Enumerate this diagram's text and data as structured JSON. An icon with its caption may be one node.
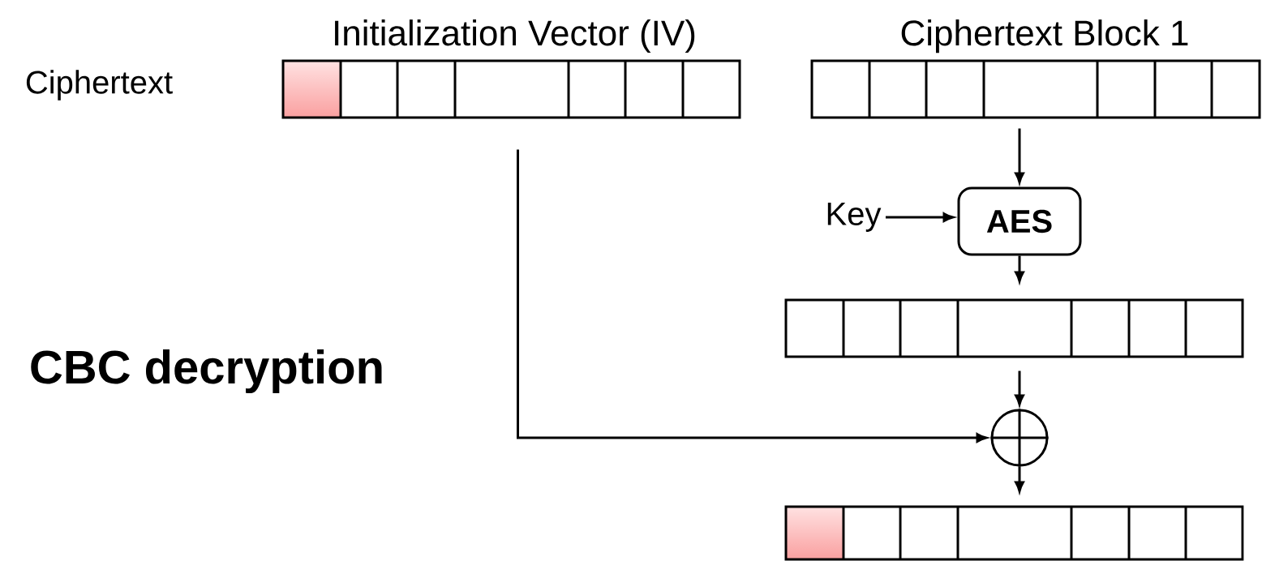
{
  "diagram": {
    "nodes": [
      {
        "text": [
          "Initialization Vector (IV)"
        ]
      },
      {
        "text": [
          "Ciphertext Block 1"
        ]
      },
      {
        "text": [
          "Key"
        ]
      },
      {
        "text": [
          "AES"
        ]
      },
      {
        "text": [],
        "shape": "bar"
      },
      {
        "text": [],
        "shape": "circle"
      },
      {
        "text": [],
        "shape": "bar"
      }
    ],
    "edges": [
      {
        "from": 1,
        "to": 3,
        "arrow": "to"
      },
      {
        "from": 2,
        "to": 3,
        "arrow": "to"
      },
      {
        "from": 3,
        "to": 4,
        "arrow": "to"
      },
      {
        "from": 4,
        "to": 5,
        "arrow": "to"
      },
      {
        "from": 0,
        "to": 5,
        "arrow": "to"
      },
      {
        "from": 5,
        "to": 6,
        "arrow": "to"
      }
    ],
    "labels": [
      "Ciphertext",
      "CBC decryption"
    ]
  }
}
